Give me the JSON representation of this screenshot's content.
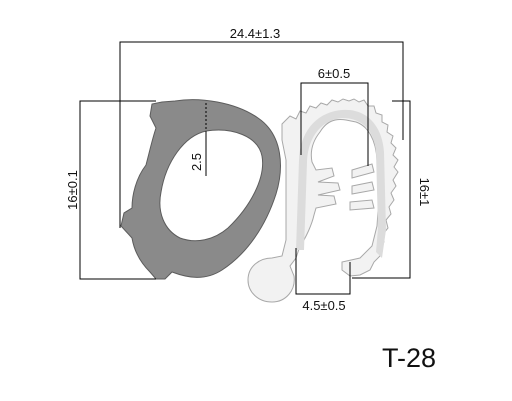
{
  "part": {
    "code": "T-28"
  },
  "dimensions": {
    "overall_width": "24.4±1.3",
    "bulb_height": "16±0.1",
    "bulb_wall": "2.5",
    "clip_opening": "6±0.5",
    "clip_height": "16±1",
    "clip_base": "4.5±0.5"
  },
  "colors": {
    "bulb": "#8a8a8a",
    "bulb_edge": "#5c5c5c",
    "clip": "#f2f2f2",
    "clip_edge": "#a8a8a8",
    "insert": "#dcdcdc",
    "lines": "#000000"
  }
}
